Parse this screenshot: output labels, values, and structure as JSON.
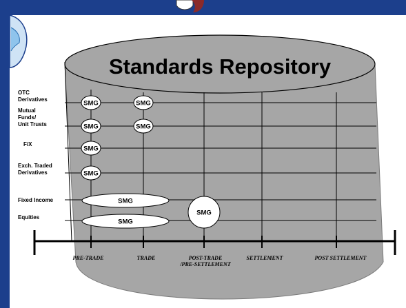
{
  "diagram": {
    "title": "Standards Repository",
    "rows": [
      {
        "label_lines": [
          "OTC",
          "Derivatives"
        ]
      },
      {
        "label_lines": [
          "Mutual",
          "Funds/",
          "Unit Trusts"
        ]
      },
      {
        "label_lines": [
          "F/X"
        ]
      },
      {
        "label_lines": [
          "Exch. Traded",
          "Derivatives"
        ]
      },
      {
        "label_lines": [
          "Fixed Income"
        ]
      },
      {
        "label_lines": [
          "Equities"
        ]
      }
    ],
    "stages": [
      {
        "label_lines": [
          "PRE-TRADE"
        ]
      },
      {
        "label_lines": [
          "TRADE"
        ]
      },
      {
        "label_lines": [
          "POST-TRADE",
          "/PRE-SETTLEMENT"
        ]
      },
      {
        "label_lines": [
          "SETTLEMENT"
        ]
      },
      {
        "label_lines": [
          "POST SETTLEMENT"
        ]
      }
    ],
    "smg_label": "SMG",
    "colors": {
      "cylinder_fill": "#a6a6a6",
      "frame_blue": "#1c3f8c",
      "node_fill": "#ffffff",
      "line": "#000000"
    }
  }
}
